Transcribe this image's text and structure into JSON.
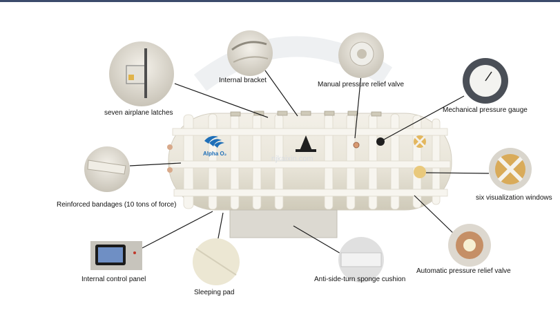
{
  "brand": {
    "name": "Alpha O₂",
    "watermark": "njkaixin.com"
  },
  "callouts": [
    {
      "id": "internal-bracket",
      "label": "Internal bracket"
    },
    {
      "id": "manual-valve",
      "label": "Manual pressure relief valve"
    },
    {
      "id": "gauge",
      "label": "Mechanical pressure gauge"
    },
    {
      "id": "latches",
      "label": "seven airplane latches"
    },
    {
      "id": "bandages",
      "label": "Reinforced bandages (10 tons of force)"
    },
    {
      "id": "windows",
      "label": "six visualization windows"
    },
    {
      "id": "control-panel",
      "label": "Internal control panel"
    },
    {
      "id": "sleeping-pad",
      "label": "Sleeping pad"
    },
    {
      "id": "sponge-cushion",
      "label": "Anti-side-turn sponge cushion"
    },
    {
      "id": "auto-valve",
      "label": "Automatic pressure relief valve"
    }
  ],
  "colors": {
    "accent_bar": "#3b4b6b",
    "chamber": "#ece8dc",
    "brand_blue": "#1e6fb8"
  }
}
